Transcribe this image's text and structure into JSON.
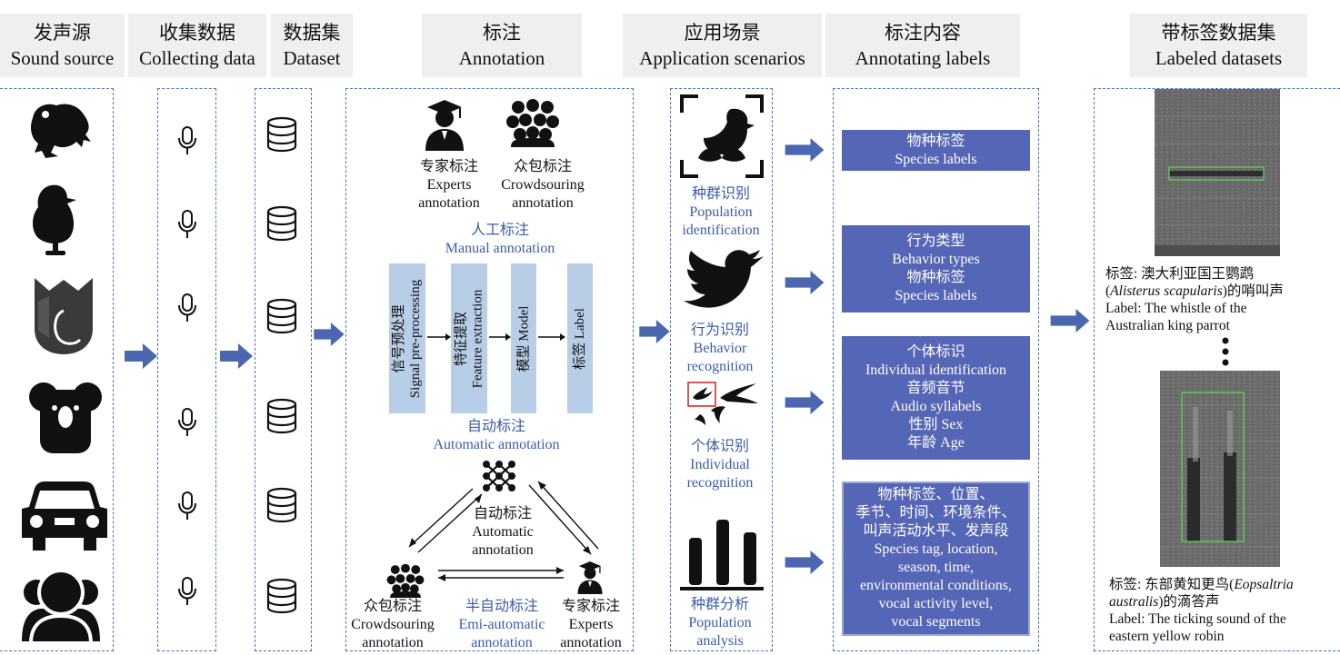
{
  "headers": {
    "sound_source": {
      "zh": "发声源",
      "en": "Sound source"
    },
    "collecting": {
      "zh": "收集数据",
      "en": "Collecting data"
    },
    "dataset": {
      "zh": "数据集",
      "en": "Dataset"
    },
    "annotation": {
      "zh": "标注",
      "en": "Annotation"
    },
    "application": {
      "zh": "应用场景",
      "en": "Application scenarios"
    },
    "labels": {
      "zh": "标注内容",
      "en": "Annotating labels"
    },
    "labeled": {
      "zh": "带标签数据集",
      "en": "Labeled datasets"
    }
  },
  "sources": [
    "frog-icon",
    "bird-icon",
    "owl-icon",
    "koala-icon",
    "car-icon",
    "people-icon"
  ],
  "annotation": {
    "experts": {
      "zh": "专家标注",
      "en1": "Experts",
      "en2": "annotation"
    },
    "crowd": {
      "zh": "众包标注",
      "en1": "Crowdsouring",
      "en2": "annotation"
    },
    "manual": {
      "zh": "人工标注",
      "en": "Manual annotation"
    },
    "steps": [
      {
        "zh": "信号预处理",
        "en": "Signal pre-processing"
      },
      {
        "zh": "特征提取",
        "en": "Feature extraction"
      },
      {
        "zh": "模型",
        "en": "Model"
      },
      {
        "zh": "标签",
        "en": "Label"
      }
    ],
    "automatic": {
      "zh": "自动标注",
      "en": "Automatic annotation"
    },
    "tri_auto": {
      "zh": "自动标注",
      "en1": "Automatic",
      "en2": "annotation"
    },
    "tri_crowd": {
      "zh": "众包标注",
      "en1": "Crowdsouring",
      "en2": "annotation"
    },
    "tri_semi": {
      "zh": "半自动标注",
      "en1": "Emi-automatic",
      "en2": "annotation"
    },
    "tri_expert": {
      "zh": "专家标注",
      "en1": "Experts",
      "en2": "annotation"
    }
  },
  "applications": [
    {
      "zh": "种群识别",
      "en1": "Population",
      "en2": "identification"
    },
    {
      "zh": "行为识别",
      "en1": "Behavior",
      "en2": "recognition"
    },
    {
      "zh": "个体识别",
      "en1": "Individual",
      "en2": "recognition"
    },
    {
      "zh": "种群分析",
      "en1": "Population",
      "en2": "analysis"
    }
  ],
  "label_boxes": [
    [
      "物种标签",
      "Species labels"
    ],
    [
      "行为类型",
      "Behavior types",
      "物种标签",
      "Species labels"
    ],
    [
      "个体标识",
      "Individual identification",
      "音频音节",
      "Audio syllabels",
      "性别 Sex",
      "年龄 Age"
    ],
    [
      "物种标签、位置、",
      "季节、时间、环境条件、",
      "叫声活动水平、发声段",
      "Species tag, location,",
      "season, time,",
      "environmental conditions,",
      "vocal activity level,",
      "vocal segments"
    ]
  ],
  "labeled": {
    "ex1_zh1": "标签: 澳大利亚国王鹦鹉",
    "ex1_zh2_italic": "Alisterus scapularis",
    "ex1_zh2_rest": ")的哨叫声",
    "ex1_en1": "Label: The whistle of the",
    "ex1_en2": "Australian king parrot",
    "ex2_zh1_a": "标签: 东部黄知更鸟(",
    "ex2_zh1_italic": "Eopsaltria",
    "ex2_zh2_italic": "australis",
    "ex2_zh2_rest": ")的滴答声",
    "ex2_en1": "Label: The ticking sound of the",
    "ex2_en2": "eastern yellow robin"
  },
  "colors": {
    "arrow": "#4a67b0",
    "panel_border": "#4a72b8",
    "label_box": "#5666b6",
    "step_box": "#b8cde6",
    "blue_text": "#3b5ca8"
  }
}
